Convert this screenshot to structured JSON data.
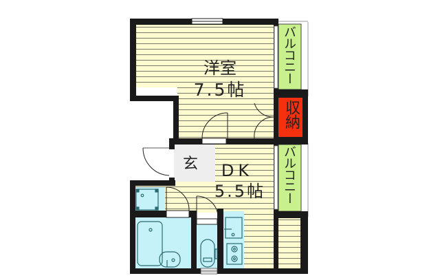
{
  "floorplan": {
    "rooms": [
      {
        "id": "western-room",
        "name": "洋室",
        "size": "7.5帖"
      },
      {
        "id": "dk",
        "name": "DK",
        "size": "5.5帖"
      },
      {
        "id": "entrance",
        "name": "玄"
      },
      {
        "id": "storage",
        "name": "収納"
      },
      {
        "id": "balcony-upper",
        "name": "バルコニー"
      },
      {
        "id": "balcony-lower",
        "name": "バルコニー"
      }
    ],
    "colors": {
      "wall": "#1a1a1a",
      "floor_wood": "#fefbd0",
      "floor_line": "#7a7a6a",
      "wet_area": "#c4f2f8",
      "balcony": "#c8f08c",
      "storage": "#f4300e",
      "entrance": "#eeeeee",
      "fixture_line": "#2a6a70"
    }
  }
}
